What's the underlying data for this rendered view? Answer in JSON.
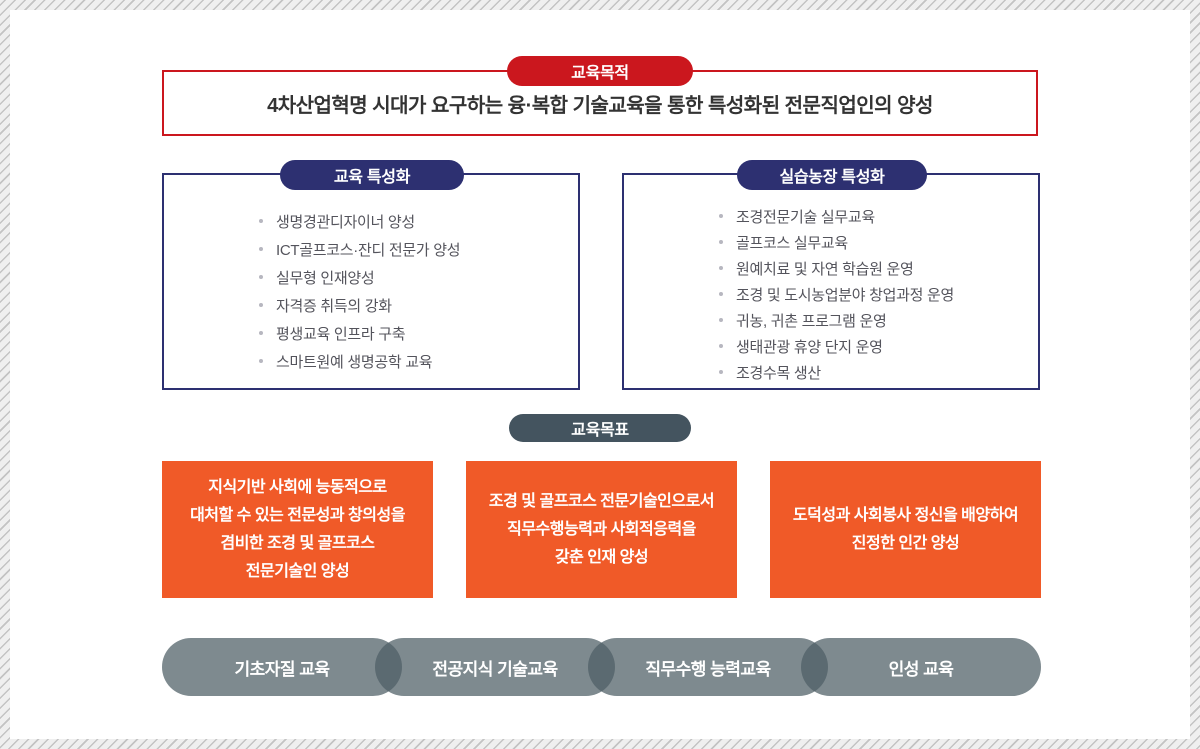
{
  "colors": {
    "accent_red": "#cb171e",
    "accent_navy": "#2d3071",
    "accent_slate": "#44545f",
    "accent_orange": "#f05a28",
    "track_pill_gray": "rgba(78,94,102,0.73)"
  },
  "purpose": {
    "badge": "교육목적",
    "text": "4차산업혁명 시대가 요구하는 융·복합 기술교육을 통한 특성화된 전문직업인의 양성"
  },
  "specializations": [
    {
      "badge": "교육 특성화",
      "items": [
        "생명경관디자이너 양성",
        "ICT골프코스·잔디 전문가 양성",
        "실무형 인재양성",
        "자격증 취득의 강화",
        "평생교육 인프라 구축",
        "스마트원예 생명공학 교육"
      ]
    },
    {
      "badge": "실습농장 특성화",
      "items": [
        "조경전문기술 실무교육",
        "골프코스 실무교육",
        "원예치료 및 자연 학습원 운영",
        "조경 및 도시농업분야 창업과정 운영",
        "귀농, 귀촌 프로그램 운영",
        "생태관광 휴양 단지 운영",
        "조경수목 생산"
      ]
    }
  ],
  "goals": {
    "badge": "교육목표",
    "cards": [
      {
        "lines": [
          "지식기반 사회에 능동적으로",
          "대처할 수 있는 전문성과 창의성을",
          "겸비한 조경 및 골프코스",
          "전문기술인 양성"
        ]
      },
      {
        "lines": [
          "조경 및 골프코스 전문기술인으로서",
          "직무수행능력과 사회적응력을",
          "갖춘 인재 양성"
        ]
      },
      {
        "lines": [
          "도덕성과 사회봉사 정신을 배양하여",
          "진정한 인간 양성"
        ]
      }
    ]
  },
  "tracks": [
    "기초자질 교육",
    "전공지식 기술교육",
    "직무수행 능력교육",
    "인성 교육"
  ]
}
